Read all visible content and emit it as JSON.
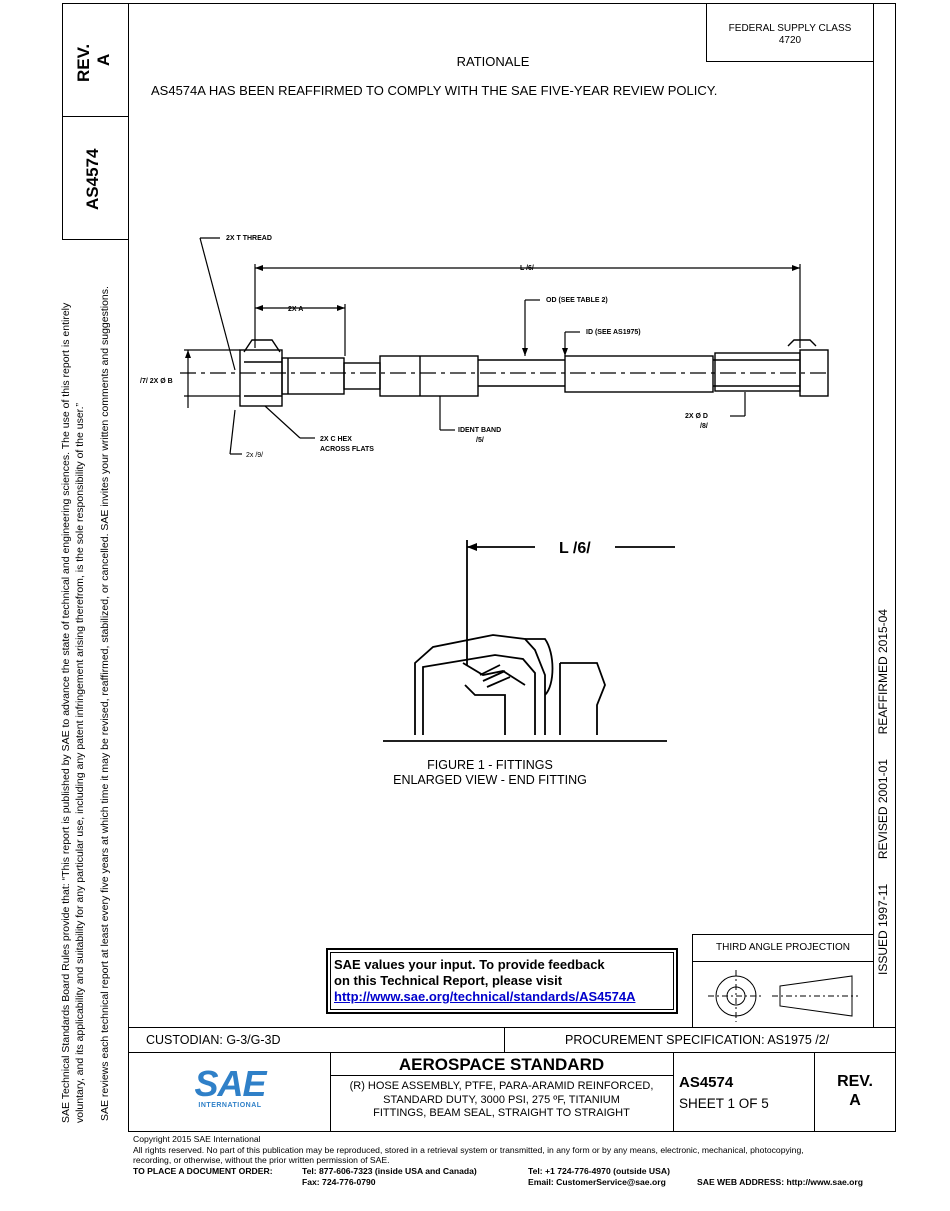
{
  "header": {
    "federal_supply_class": "FEDERAL SUPPLY CLASS",
    "fsc_number": "4720",
    "rev_label": "REV.",
    "rev_value": "A",
    "doc_number": "AS4574"
  },
  "rationale": {
    "title": "RATIONALE",
    "text": "AS4574A HAS BEEN REAFFIRMED TO COMPLY WITH THE SAE FIVE-YEAR REVIEW POLICY."
  },
  "sidebar": {
    "line1": "SAE Technical Standards Board Rules provide that: “This report is published by SAE to advance the state of technical and engineering sciences. The use of this report is entirely",
    "line2": "voluntary, and its applicability and suitability for any particular use, including any patent infringement arising therefrom, is the sole responsibility of the user.”",
    "line3": "SAE reviews each technical report at least every five years at which time it may be revised, reaffirmed, stabilized, or cancelled. SAE invites your written comments and suggestions."
  },
  "history": {
    "issued": "ISSUED 1997-11",
    "revised": "REVISED 2001-01",
    "reaffirmed": "REAFFIRMED 2015-04"
  },
  "figure1": {
    "labels": {
      "thread": "2X T THREAD",
      "length": "L /6/",
      "dim_a": "2X A",
      "od": "OD (SEE TABLE 2)",
      "id": "ID (SEE AS1975)",
      "dia_b": "/7/ 2X Ø B",
      "hex": "2X C HEX",
      "flats": "ACROSS FLATS",
      "ident_band": "IDENT BAND",
      "ident_ref": "/5/",
      "dia_d": "2X Ø D",
      "dia_d_ref": "/8/",
      "note9": "2x /9/"
    },
    "enlarged_length": "L /6/",
    "caption1": "FIGURE 1 - FITTINGS",
    "caption2": "ENLARGED VIEW - END FITTING"
  },
  "feedback": {
    "line1": "SAE values your input. To provide feedback",
    "line2": "on this Technical Report, please visit",
    "link": "http://www.sae.org/technical/standards/AS4574A"
  },
  "projection": {
    "title": "THIRD ANGLE PROJECTION"
  },
  "title_block": {
    "custodian": "CUSTODIAN: G-3/G-3D",
    "procurement": "PROCUREMENT SPECIFICATION: AS1975 /2/",
    "logo_text": "SAE",
    "logo_sub": "INTERNATIONAL",
    "standard_type": "AEROSPACE STANDARD",
    "title_line1": "(R) HOSE ASSEMBLY, PTFE, PARA-ARAMID REINFORCED,",
    "title_line2": "STANDARD DUTY, 3000 PSI, 275 ºF, TITANIUM",
    "title_line3": "FITTINGS, BEAM SEAL, STRAIGHT TO STRAIGHT",
    "doc_number": "AS4574",
    "sheet": "SHEET 1 OF 5",
    "rev_label": "REV.",
    "rev_value": "A"
  },
  "footer": {
    "copyright": "Copyright 2015 SAE International",
    "rights1": "All rights reserved. No part of this publication may be reproduced, stored in a retrieval system or transmitted, in any form or by any means, electronic, mechanical, photocopying,",
    "rights2": "recording, or otherwise, without the prior written permission of SAE.",
    "order_label": "TO PLACE A DOCUMENT ORDER:",
    "tel_usa": "Tel: 877-606-7323 (inside USA and Canada)",
    "fax": "Fax: 724-776-0790",
    "tel_outside": "Tel: +1 724-776-4970 (outside USA)",
    "email": "Email: CustomerService@sae.org",
    "web": "SAE WEB ADDRESS: http://www.sae.org"
  }
}
